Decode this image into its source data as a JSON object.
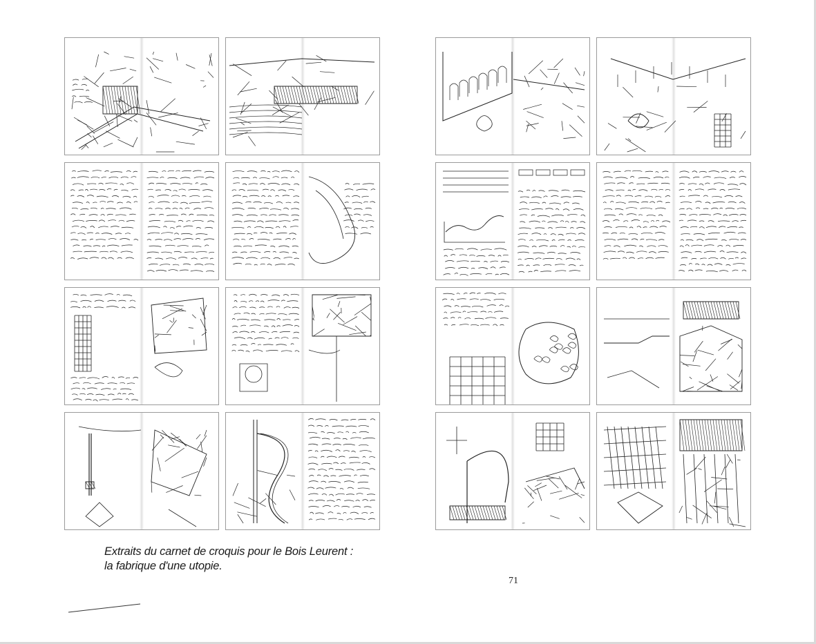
{
  "caption": {
    "line1": "Extraits du carnet de croquis pour le Bois Leurent :",
    "line2": "la fabrique d'une utopie."
  },
  "page_number": "71",
  "thumbnails": [
    {
      "kind": "sketch-perspective"
    },
    {
      "kind": "sketch-landscape"
    },
    {
      "kind": "sketch-facade"
    },
    {
      "kind": "sketch-courtyard"
    },
    {
      "kind": "handwritten-notes"
    },
    {
      "kind": "handwritten-notes-map"
    },
    {
      "kind": "notes-chart"
    },
    {
      "kind": "handwritten-notes"
    },
    {
      "kind": "notes-grid-sketch"
    },
    {
      "kind": "notes-plan-sketch"
    },
    {
      "kind": "notes-stone-plan"
    },
    {
      "kind": "sketch-sections"
    },
    {
      "kind": "sketch-details"
    },
    {
      "kind": "sketch-curve-notes"
    },
    {
      "kind": "sketch-grid-details"
    },
    {
      "kind": "sketch-timber-frames"
    }
  ]
}
